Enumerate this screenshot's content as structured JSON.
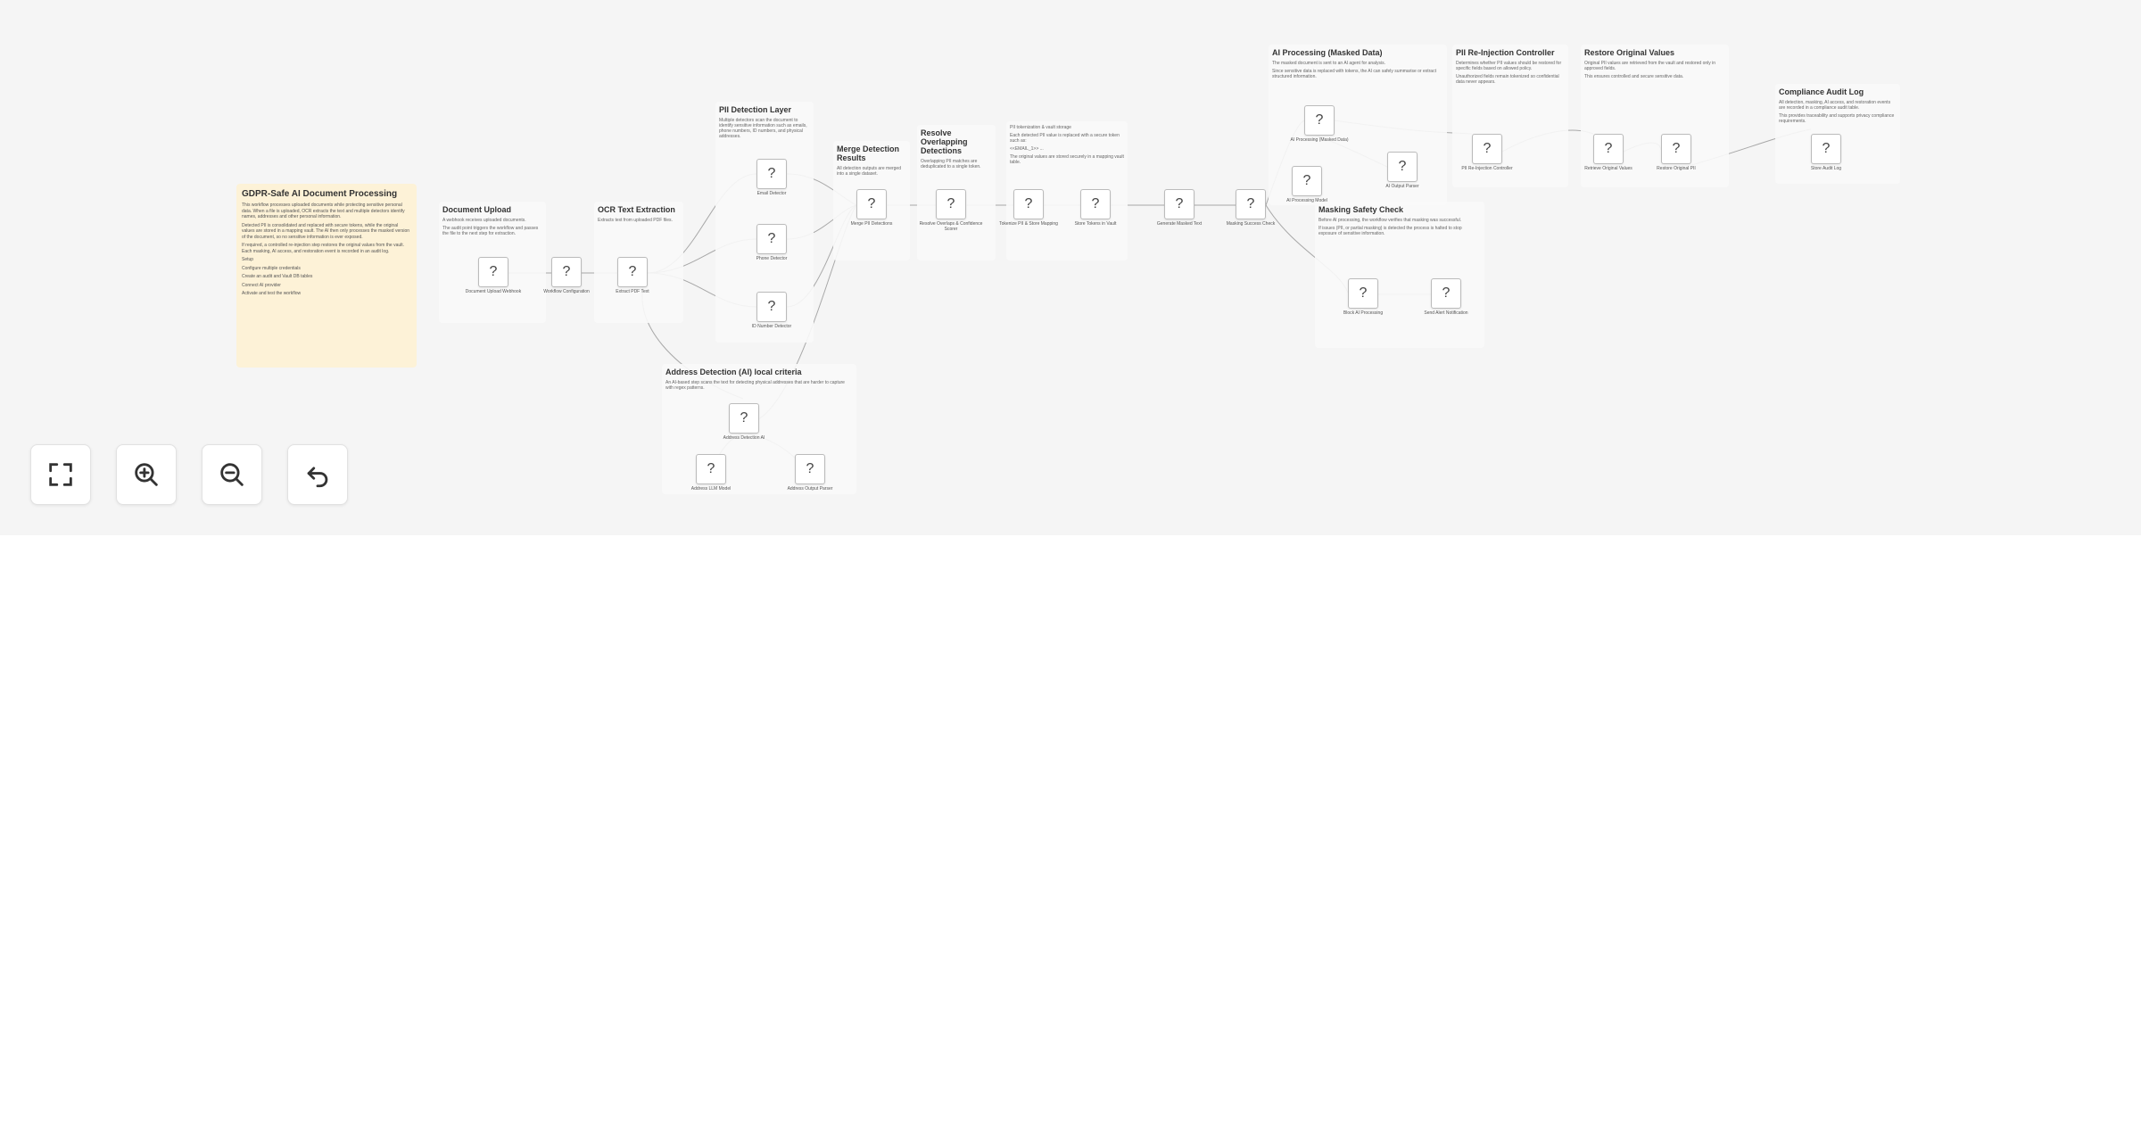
{
  "notes": {
    "main": {
      "title": "GDPR-Safe AI Document Processing",
      "lines": [
        "This workflow processes uploaded documents while protecting sensitive personal data. When a file is uploaded, OCR extracts the text and multiple detectors identify names, addresses and other personal information.",
        "Detected PII is consolidated and replaced with secure tokens, while the original values are stored in a mapping vault. The AI then only processes the masked version of the document, so no sensitive information is ever exposed.",
        "If required, a controlled re-injection step restores the original values from the vault. Each masking, AI access, and restoration event is recorded in an audit log.",
        "Setup",
        "Configure multiple credentials",
        "Create an audit and Vault DB tables",
        "Connect AI provider",
        "Activate and test the workflow"
      ]
    },
    "upload": {
      "title": "Document Upload",
      "lines": [
        "A webhook receives uploaded documents.",
        "The audit point triggers the workflow and passes the file to the next step for extraction."
      ]
    },
    "ocr": {
      "title": "OCR Text Extraction",
      "lines": [
        "Extracts text from uploaded PDF files."
      ]
    },
    "pii": {
      "title": "PII Detection Layer",
      "lines": [
        "Multiple detectors scan the document to identify sensitive information such as emails, phone numbers, ID numbers, and physical addresses."
      ]
    },
    "merge": {
      "title": "Merge Detection Results",
      "lines": [
        "All detection outputs are merged into a single dataset."
      ]
    },
    "resolve": {
      "title": "Resolve Overlapping Detections",
      "lines": [
        "Overlapping PII matches are deduplicated to a single token."
      ]
    },
    "tokenize": {
      "title": "",
      "lines": [
        "PII tokenization & vault storage",
        "Each detected PII value is replaced with a secure token such as:",
        "<<EMAIL_1>> ...",
        "The original values are stored securely in a mapping vault table."
      ]
    },
    "ai": {
      "title": "AI Processing (Masked Data)",
      "lines": [
        "The masked document is sent to an AI agent for analysis.",
        "Since sensitive data is replaced with tokens, the AI can safely summarise or extract structured information."
      ]
    },
    "reinject": {
      "title": "PII Re-Injection Controller",
      "lines": [
        "Determines whether PII values should be restored for specific fields based on allowed policy.",
        "Unauthorized fields remain tokenized so confidential data never appears."
      ]
    },
    "restore": {
      "title": "Restore Original Values",
      "lines": [
        "Original PII values are retrieved from the vault and restored only in approved fields.",
        "This ensures controlled and secure sensitive data."
      ]
    },
    "safety": {
      "title": "Masking Safety Check",
      "lines": [
        "Before AI processing, the workflow verifies that masking was successful.",
        "If issues (PII, or partial masking) is detected the process is halted to stop exposure of sensitive information."
      ]
    },
    "audit": {
      "title": "Compliance Audit Log",
      "lines": [
        "All detection, masking, AI access, and restoration events are recorded in a compliance audit table.",
        "This provides traceability and supports privacy compliance requirements."
      ]
    },
    "address": {
      "title": "Address Detection (AI) local criteria",
      "lines": [
        "An AI-based step scans the text for detecting physical addresses that are harder to capture with regex patterns."
      ]
    }
  },
  "nodes": [
    {
      "id": "upload",
      "label": "Document Upload Webhook"
    },
    {
      "id": "config",
      "label": "Workflow Configuration"
    },
    {
      "id": "ocr",
      "label": "Extract PDF Text"
    },
    {
      "id": "email",
      "label": "Email Detector"
    },
    {
      "id": "phone",
      "label": "Phone Detector"
    },
    {
      "id": "id",
      "label": "ID Number Detector"
    },
    {
      "id": "merge",
      "label": "Merge PII Detections"
    },
    {
      "id": "resolve",
      "label": "Resolve Overlaps & Confidence Scorer"
    },
    {
      "id": "tokenize",
      "label": "Tokenize PII & Store Mapping"
    },
    {
      "id": "vault",
      "label": "Store Tokens in Vault"
    },
    {
      "id": "audit1",
      "label": "Generate Masked Text"
    },
    {
      "id": "safety",
      "label": "Masking Success Check"
    },
    {
      "id": "aiagent",
      "label": "AI Processing (Masked Data)"
    },
    {
      "id": "aimodel",
      "label": "AI Processing Model"
    },
    {
      "id": "aioutput",
      "label": "AI Output Parser"
    },
    {
      "id": "reinject",
      "label": "PII Re-Injection Controller"
    },
    {
      "id": "retrieve",
      "label": "Retrieve Original Values"
    },
    {
      "id": "restore",
      "label": "Restore Original PII"
    },
    {
      "id": "auditlog",
      "label": "Store Audit Log"
    },
    {
      "id": "block",
      "label": "Block AI Processing"
    },
    {
      "id": "alert",
      "label": "Send Alert Notification"
    },
    {
      "id": "addrai",
      "label": "Address Detection AI"
    },
    {
      "id": "addrmodel",
      "label": "Address LLM Model"
    },
    {
      "id": "addrparser",
      "label": "Address Output Parser"
    }
  ],
  "node_placeholder_glyph": "?",
  "controls": [
    {
      "name": "fit-view-button",
      "icon": "fullscreen-icon"
    },
    {
      "name": "zoom-in-button",
      "icon": "zoom-in-icon"
    },
    {
      "name": "zoom-out-button",
      "icon": "zoom-out-icon"
    },
    {
      "name": "reset-zoom-button",
      "icon": "undo-icon"
    }
  ]
}
